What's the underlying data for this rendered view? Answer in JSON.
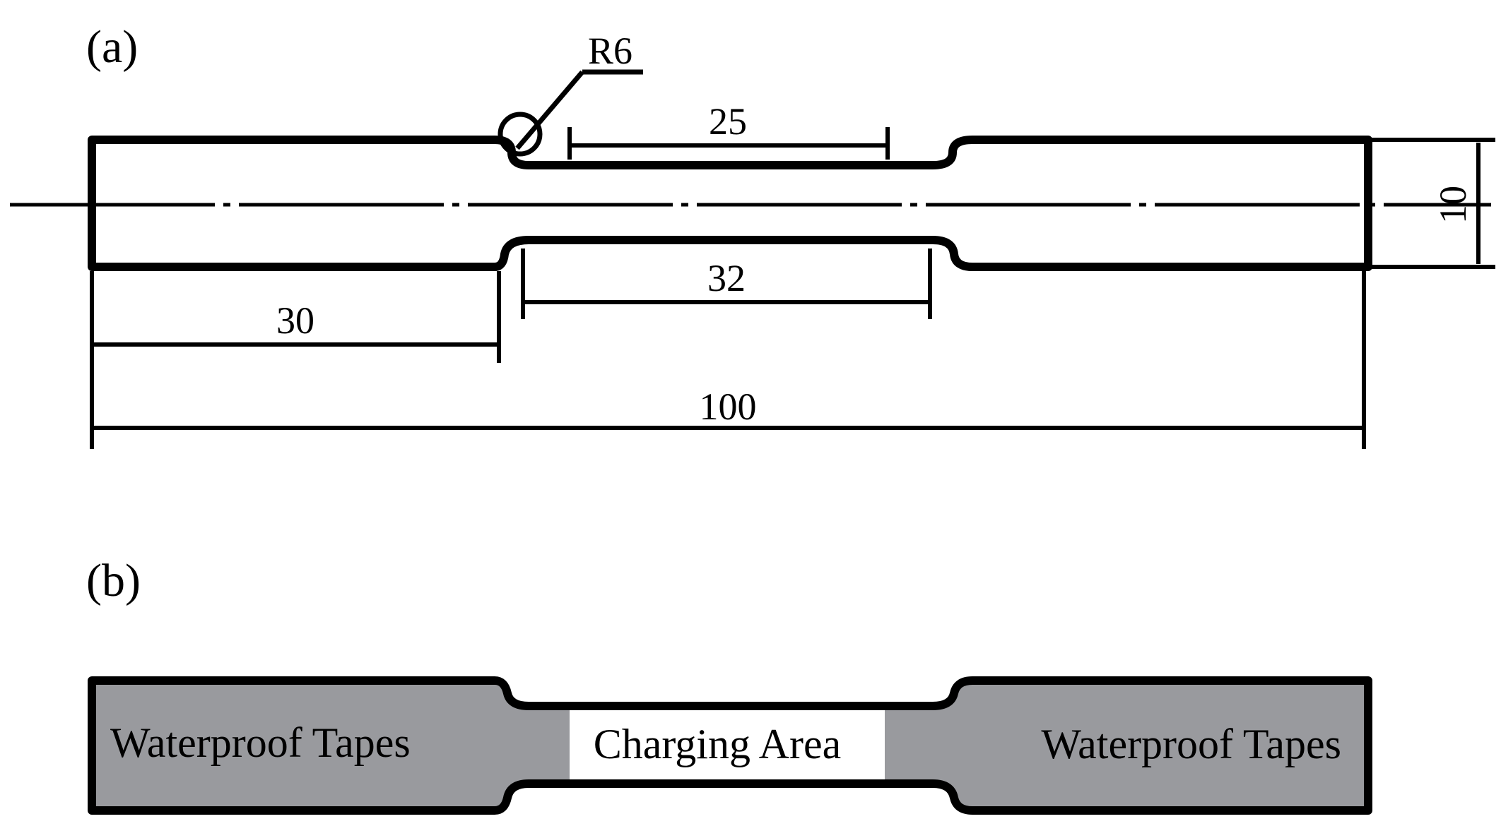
{
  "panels": {
    "a": {
      "label": "(a)"
    },
    "b": {
      "label": "(b)"
    }
  },
  "dimensions": {
    "radius": "R6",
    "gauge_length": "25",
    "parallel_length": "32",
    "grip_length": "30",
    "total_length": "100",
    "width": "10"
  },
  "regions": {
    "left_tape": "Waterproof Tapes",
    "charging": "Charging Area",
    "right_tape": "Waterproof Tapes"
  },
  "colors": {
    "line": "#000000",
    "tape_fill": "#999a9e",
    "charging_fill": "#ffffff"
  }
}
